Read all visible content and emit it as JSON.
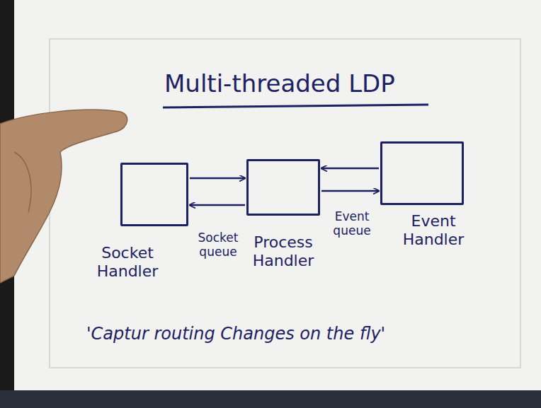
{
  "diagram": {
    "title": "Multi-threaded LDP",
    "caption": "'Captur routing Changes on the fly'",
    "nodes": [
      {
        "text": [
          "Socket Handler"
        ]
      },
      {
        "text": [
          "Process Handler"
        ]
      },
      {
        "text": [
          "Event Handler"
        ]
      }
    ],
    "edges": [
      {
        "from": 0,
        "to": 1,
        "arrow": "to"
      },
      {
        "from": 1,
        "to": 0,
        "label": "Socket queue",
        "arrow": "to"
      },
      {
        "from": 2,
        "to": 1,
        "arrow": "to"
      },
      {
        "from": 1,
        "to": 2,
        "label": "Event queue",
        "arrow": "to"
      }
    ]
  }
}
